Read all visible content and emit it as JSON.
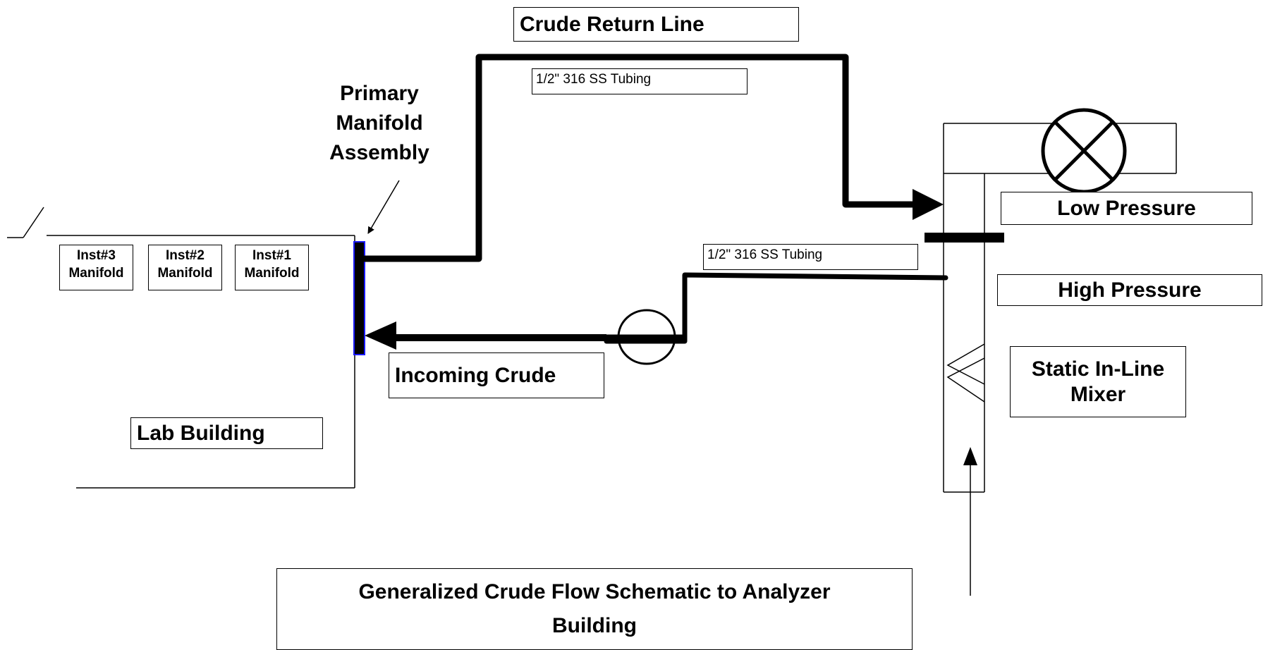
{
  "labels": {
    "crude_return_line": "Crude Return Line",
    "tubing_top": "1/2\" 316 SS Tubing",
    "tubing_bottom": "1/2\" 316 SS Tubing",
    "primary_manifold_line1": "Primary",
    "primary_manifold_line2": "Manifold",
    "primary_manifold_line3": "Assembly",
    "low_pressure": "Low Pressure",
    "high_pressure": "High Pressure",
    "static_mixer_line1": "Static In-Line",
    "static_mixer_line2": "Mixer",
    "incoming_crude": "Incoming Crude",
    "lab_building": "Lab Building",
    "inst3_line1": "Inst#3",
    "inst3_line2": "Manifold",
    "inst2_line1": "Inst#2",
    "inst2_line2": "Manifold",
    "inst1_line1": "Inst#1",
    "inst1_line2": "Manifold",
    "title_line1": "Generalized Crude Flow Schematic to Analyzer",
    "title_line2": "Building"
  }
}
